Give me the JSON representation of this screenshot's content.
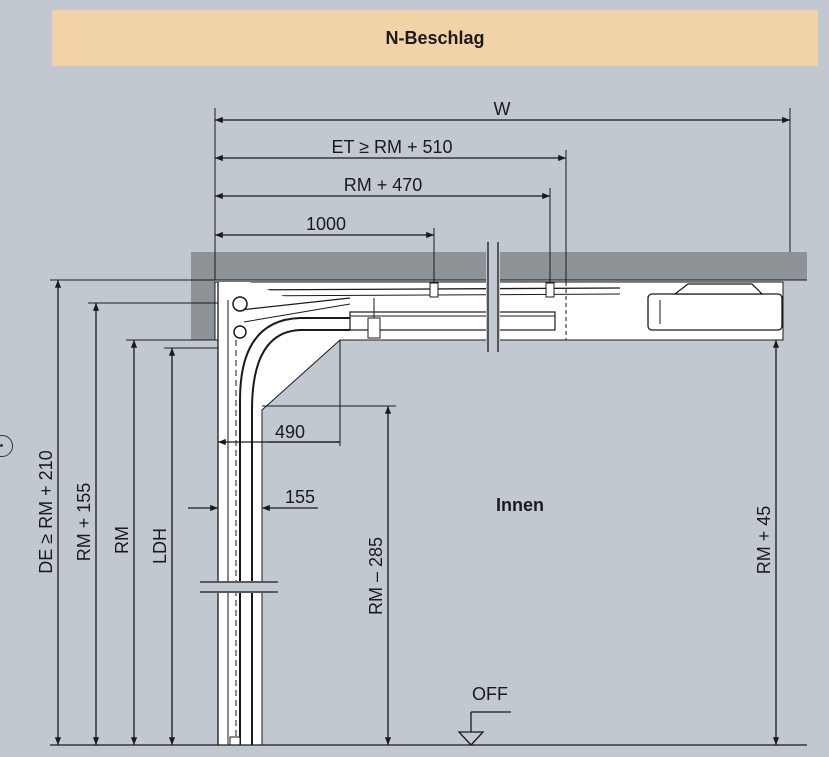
{
  "header": {
    "title": "N-Beschlag"
  },
  "dimensions": {
    "w": "W",
    "et": "ET ≥ RM + 510",
    "rm470": "RM + 470",
    "d1000": "1000",
    "d490": "490",
    "d155": "155",
    "de": "DE ≥ RM + 210",
    "rm155": "RM + 155",
    "rm": "RM",
    "ldh": "LDH",
    "rm285": "RM – 285",
    "rm45": "RM + 45"
  },
  "labels": {
    "inside": "Innen",
    "floor": "OFF"
  },
  "colors": {
    "page": "#c2c8d0",
    "header": "#f2d3a8",
    "ceiling": "#8e9398",
    "line": "#1a1a1a",
    "part": "#ffffff"
  }
}
